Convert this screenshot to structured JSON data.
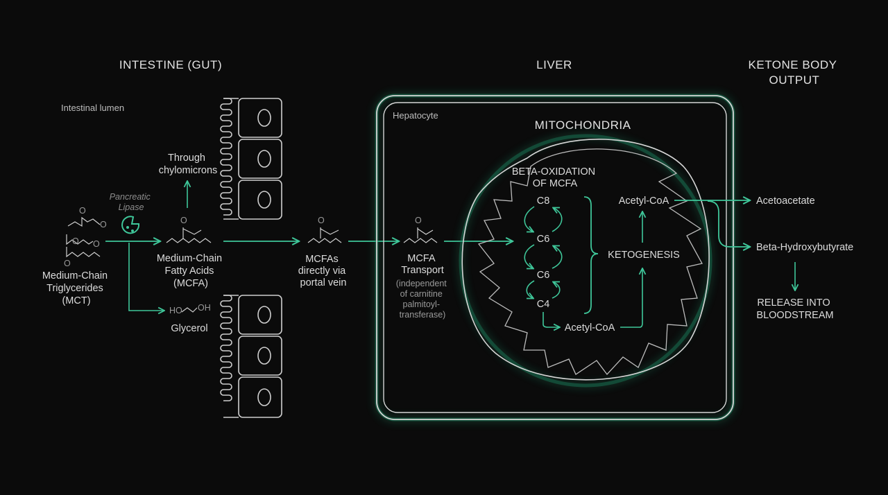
{
  "sections": {
    "intestine": "INTESTINE (GUT)",
    "liver": "LIVER",
    "ketone_output": [
      "KETONE BODY",
      "OUTPUT"
    ]
  },
  "labels": {
    "intestinal_lumen": "Intestinal lumen",
    "hepatocyte": "Hepatocyte",
    "mitochondria": "MITOCHONDRIA",
    "through_chylomicrons": [
      "Through",
      "chylomicrons"
    ],
    "pancreatic_lipase": [
      "Pancreatic",
      "Lipase"
    ],
    "mct": [
      "Medium-Chain",
      "Triglycerides",
      "(MCT)"
    ],
    "mcfa": [
      "Medium-Chain",
      "Fatty Acids",
      "(MCFA)"
    ],
    "glycerol": "Glycerol",
    "mcfa_portal": [
      "MCFAs",
      "directly via",
      "portal vein"
    ],
    "mcfa_transport": [
      "MCFA",
      "Transport"
    ],
    "transport_note": [
      "(independent",
      "of carnitine",
      "palmitoyl-",
      "transferase)"
    ],
    "beta_oxidation": [
      "BETA-OXIDATION",
      "OF MCFA"
    ],
    "chain_steps": [
      "C8",
      "C6",
      "C6",
      "C4"
    ],
    "acetyl_coa_bottom": "Acetyl-CoA",
    "acetyl_coa_top": "Acetyl-CoA",
    "ketogenesis": "KETOGENESIS",
    "acetoacetate": "Acetoacetate",
    "beta_hydroxybutyrate": "Beta-Hydroxybutyrate",
    "release": [
      "RELEASE INTO",
      "BLOODSTREAM"
    ]
  },
  "chem": {
    "ho_oh": [
      "HO",
      "OH"
    ],
    "o": "O"
  },
  "colors": {
    "background": "#0b0b0b",
    "accent": "#3fc79a",
    "glow": "#1f8a63",
    "line": "#cfcfcf"
  }
}
